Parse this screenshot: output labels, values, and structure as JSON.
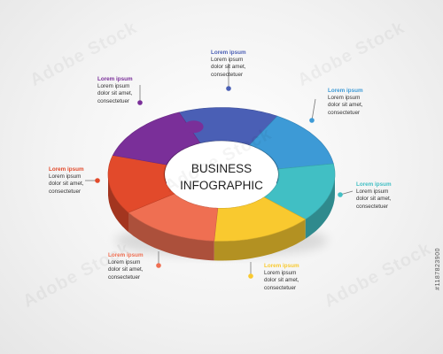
{
  "center": {
    "line1": "BUSINESS",
    "line2": "INFOGRAPHIC"
  },
  "segments": [
    {
      "id": "blue",
      "color": "#4a5fb5",
      "title": "Lorem ipsum",
      "body": "Lorem ipsum\ndolor sit amet,\nconsectetuer"
    },
    {
      "id": "sky",
      "color": "#3d9ad6",
      "title": "Lorem ipsum",
      "body": "Lorem ipsum\ndolor sit amet,\nconsectetuer"
    },
    {
      "id": "teal",
      "color": "#41bfc4",
      "title": "Lorem ipsum",
      "body": "Lorem ipsum\ndolor sit amet,\nconsectetuer"
    },
    {
      "id": "yellow",
      "color": "#f9c92f",
      "title": "Lorem ipsum",
      "body": "Lorem ipsum\ndolor sit amet,\nconsectetuer"
    },
    {
      "id": "salmon",
      "color": "#ef6f52",
      "title": "Lorem ipsum",
      "body": "Lorem ipsum\ndolor sit amet,\nconsectetuer"
    },
    {
      "id": "red",
      "color": "#e24a2b",
      "title": "Lorem ipsum",
      "body": "Lorem ipsum\ndolor sit amet,\nconsectetuer"
    },
    {
      "id": "purple",
      "color": "#7a2f99",
      "title": "Lorem ipsum",
      "body": "Lorem ipsum\ndolor sit amet,\nconsectetuer"
    }
  ],
  "watermark_text": "Adobe Stock",
  "stock_id": "#1187823900"
}
